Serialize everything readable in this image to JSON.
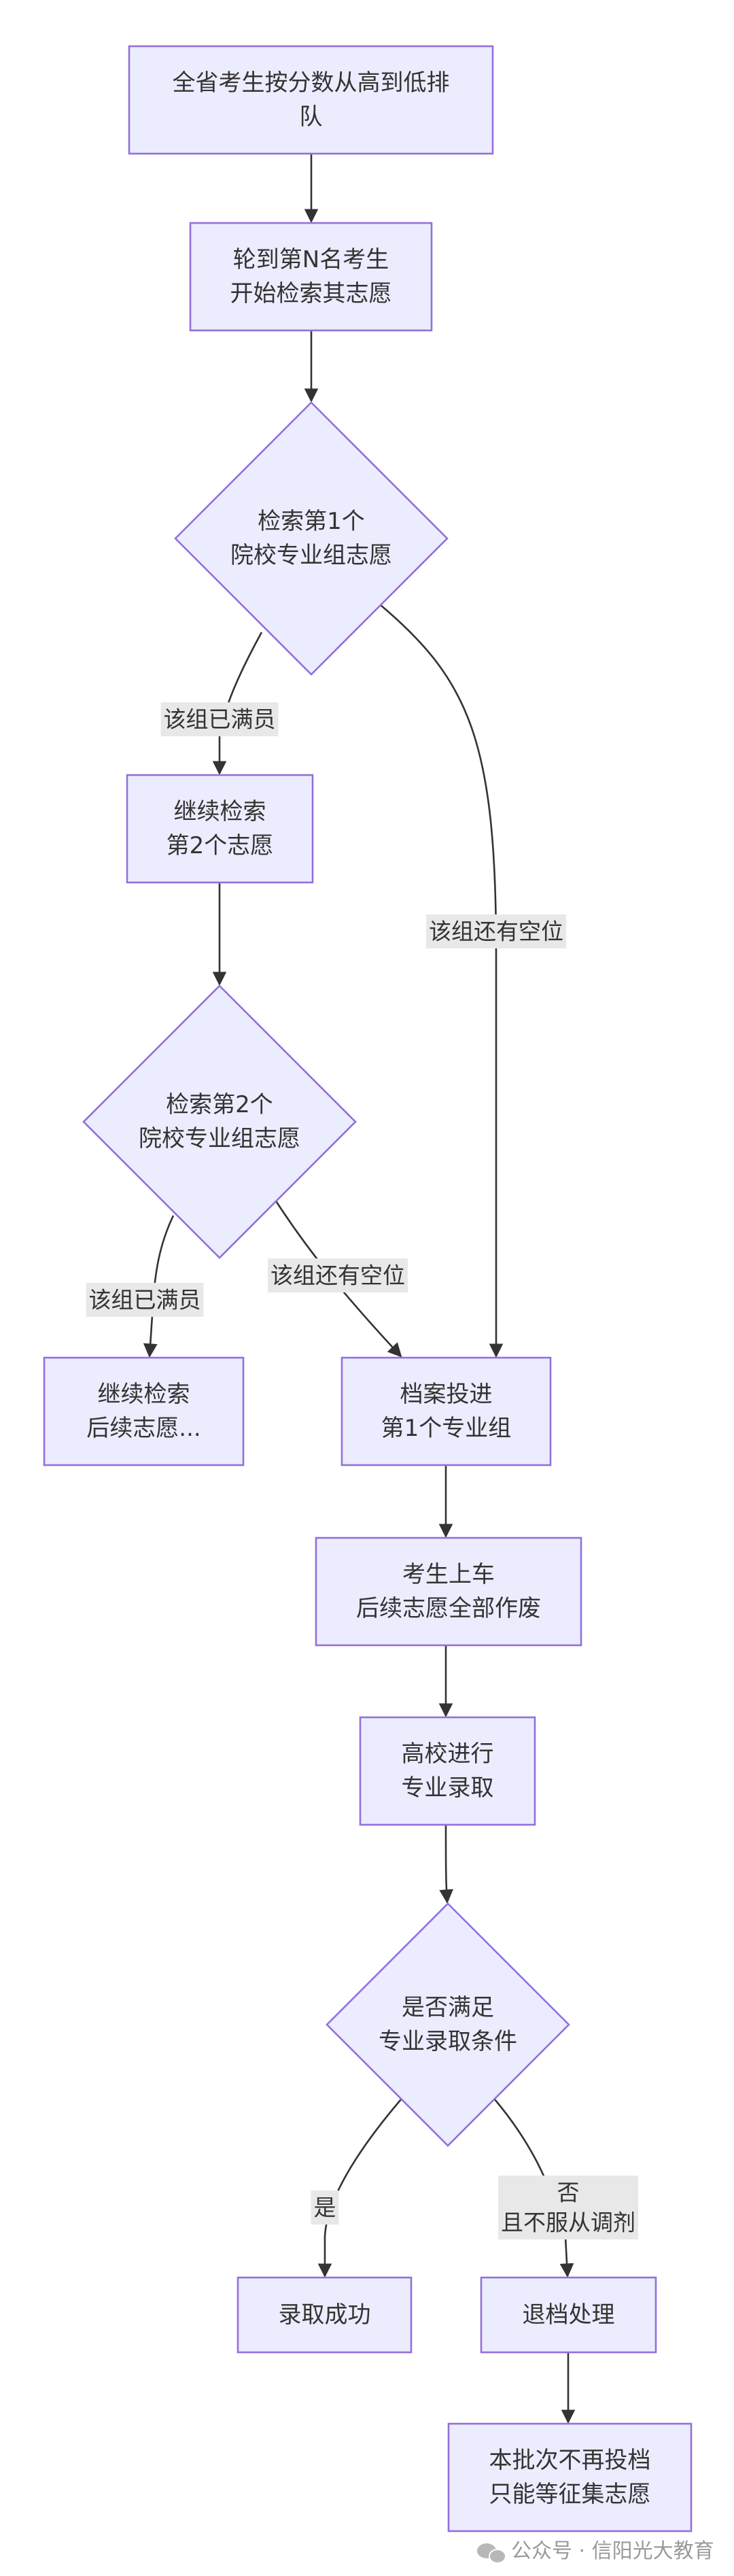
{
  "nodes": {
    "n1": [
      "全省考生按分数从高到低排",
      "队"
    ],
    "n2": [
      "轮到第N名考生",
      "开始检索其志愿"
    ],
    "d1": [
      "检索第1个",
      "院校专业组志愿"
    ],
    "n3": [
      "继续检索",
      "第2个志愿"
    ],
    "d2": [
      "检索第2个",
      "院校专业组志愿"
    ],
    "n4": [
      "继续检索",
      "后续志愿..."
    ],
    "n5": [
      "档案投进",
      "第1个专业组"
    ],
    "n6": [
      "考生上车",
      "后续志愿全部作废"
    ],
    "n7": [
      "高校进行",
      "专业录取"
    ],
    "d3": [
      "是否满足",
      "专业录取条件"
    ],
    "n8": [
      "录取成功"
    ],
    "n9": [
      "退档处理"
    ],
    "n10": [
      "本批次不再投档",
      "只能等征集志愿"
    ]
  },
  "edge_labels": {
    "d1_full": [
      "该组已满员"
    ],
    "d1_vacancy": [
      "该组还有空位"
    ],
    "d2_full": [
      "该组已满员"
    ],
    "d2_vacancy": [
      "该组还有空位"
    ],
    "d3_yes": [
      "是"
    ],
    "d3_no": [
      "否",
      "且不服从调剂"
    ]
  },
  "watermark": "公众号 · 信阳光大教育",
  "colors": {
    "node_fill": "#ECECFF",
    "node_stroke": "#9370DB",
    "edge": "#333333",
    "label_bg": "#e8e8e8"
  }
}
